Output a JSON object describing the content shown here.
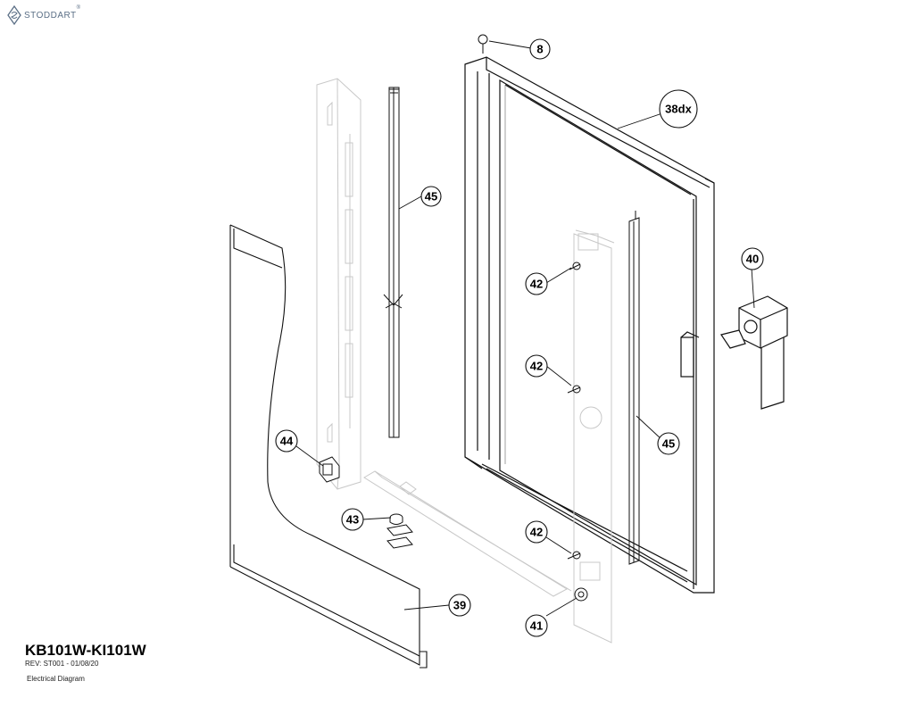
{
  "brand": {
    "name": "STODDART",
    "mark": "®"
  },
  "title_block": {
    "model": "KB101W-KI101W",
    "revision": "REV: ST001 - 01/08/20",
    "caption": "Electrical Diagram"
  },
  "callouts": [
    {
      "id": "8"
    },
    {
      "id": "38dx"
    },
    {
      "id": "45"
    },
    {
      "id": "40"
    },
    {
      "id": "42"
    },
    {
      "id": "42"
    },
    {
      "id": "45"
    },
    {
      "id": "44"
    },
    {
      "id": "43"
    },
    {
      "id": "42"
    },
    {
      "id": "39"
    },
    {
      "id": "41"
    }
  ],
  "colors": {
    "line": "#111111",
    "ghost": "#c8c8c8",
    "brand": "#5b6f86"
  }
}
